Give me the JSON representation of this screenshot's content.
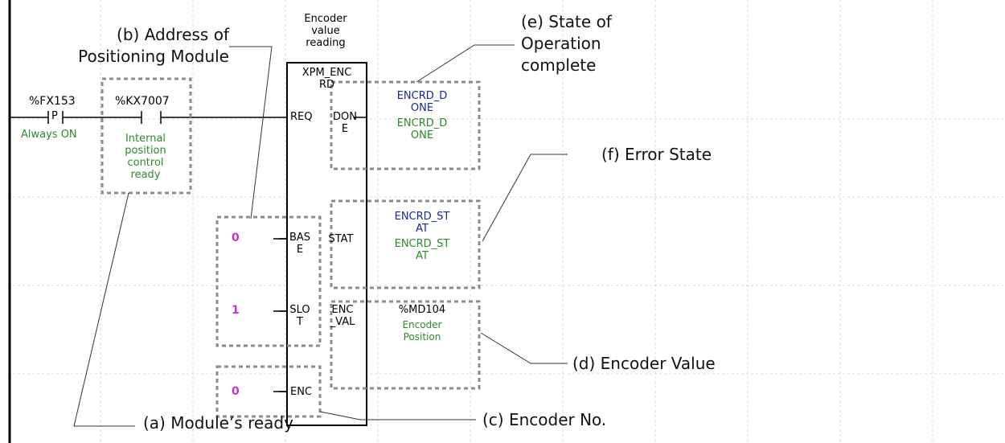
{
  "contacts": {
    "first": {
      "address": "%FX153",
      "symbol": "P",
      "comment": "Always ON"
    },
    "second": {
      "address": "%KX7007",
      "comment_lines": [
        "Internal",
        "position",
        "control",
        "ready"
      ]
    }
  },
  "function_block": {
    "header_lines": [
      "Encoder",
      "value",
      "reading"
    ],
    "name_lines": [
      "XPM_ENC",
      "RD"
    ],
    "inputs": {
      "req": "REQ",
      "base": [
        "BAS",
        "E"
      ],
      "slot": [
        "SLO",
        "T"
      ],
      "enc": "ENC"
    },
    "outputs": {
      "done": [
        "DON",
        "E"
      ],
      "stat": "STAT",
      "enc_val": [
        "ENC",
        "_VAL"
      ]
    }
  },
  "input_values": {
    "base": "0",
    "slot": "1",
    "enc": "0"
  },
  "output_vars": {
    "done_name": [
      "ENCRD_D",
      "ONE"
    ],
    "done_comment": [
      "ENCRD_D",
      "ONE"
    ],
    "stat_name": [
      "ENCRD_ST",
      "AT"
    ],
    "stat_comment": [
      "ENCRD_ST",
      "AT"
    ],
    "enc_address": "%MD104",
    "enc_comment": [
      "Encoder",
      "Position"
    ]
  },
  "callouts": {
    "a": "(a) Module’s ready",
    "b": [
      "(b) Address of",
      "Positioning Module"
    ],
    "c": "(c) Encoder No.",
    "d": "(d) Encoder Value",
    "e": [
      "(e) State of",
      "Operation",
      "complete"
    ],
    "f": "(f) Error State"
  },
  "colors": {
    "comment_green": "#2a8a2a",
    "variable_navy": "#1a2a8c",
    "constant_pink": "#c235c2",
    "dashed_box": "#8a8a8a",
    "grid": "#d6d6d6"
  }
}
